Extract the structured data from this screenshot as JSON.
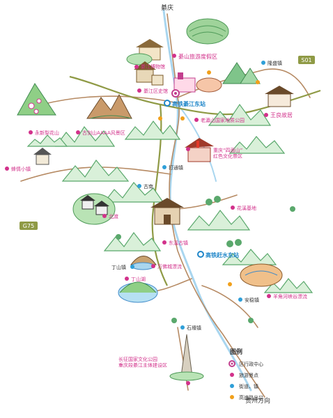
{
  "colors": {
    "road": "#b68a63",
    "highway": "#8f9a45",
    "accent": "#d2318b",
    "label_blue": "#1f86c9",
    "mountain": "#6dbb7b",
    "poi_marker": "#d2318b",
    "town_marker": "#2f9fd8",
    "exit_marker": "#f1a01b",
    "center_marker": "#c23f8e"
  },
  "directions": {
    "north": "綦庆",
    "south": "贵州方向"
  },
  "scenic_spots": [
    {
      "id": "jinyun",
      "label": "綦山旅游度假区",
      "color": "accent"
    },
    {
      "id": "qijiang_museum",
      "label": "綦江博物馆",
      "color": "accent"
    },
    {
      "id": "daijiacun",
      "label": "綦江区史馆",
      "color": "accent"
    },
    {
      "id": "huawei",
      "label": "王良故居",
      "color": "accent"
    },
    {
      "id": "geopark",
      "label": "老瀛山国家地质公园",
      "color": "accent"
    },
    {
      "id": "yongxin_pear",
      "label": "永新梨花山",
      "color": "accent"
    },
    {
      "id": "gufoshan",
      "label": "古剑山AAAA风景区",
      "color": "accent"
    },
    {
      "id": "fengqing",
      "label": "蜂情小镇",
      "color": "accent"
    },
    {
      "id": "sixian",
      "label": "重庆“四面山”\n红色文化景区",
      "color": "accent"
    },
    {
      "id": "daluoping",
      "label": "东溪古镇",
      "color": "accent"
    },
    {
      "id": "wanfocheng",
      "label": "万佛城漂流",
      "color": "accent"
    },
    {
      "id": "dingshan_lake",
      "label": "丁山湖",
      "color": "accent"
    },
    {
      "id": "huaxi",
      "label": "花溪基地",
      "color": "accent"
    },
    {
      "id": "yanhe_rafting",
      "label": "羊角河峡谷漂流",
      "color": "accent"
    },
    {
      "id": "changzheng",
      "label": "长征国家文化公园\n重庆段綦江主体建设区",
      "color": "accent"
    },
    {
      "id": "beidu",
      "label": "北渡",
      "color": "accent"
    }
  ],
  "towns": [
    {
      "id": "dingshan",
      "label": "丁山镇"
    },
    {
      "id": "anwen",
      "label": "安稳镇"
    },
    {
      "id": "dashipu",
      "label": "打通镇"
    },
    {
      "id": "shihao",
      "label": "石壕镇"
    },
    {
      "id": "longfeng",
      "label": "隆盛镇"
    },
    {
      "id": "heping",
      "label": "古南"
    }
  ],
  "stations": [
    {
      "id": "qijiang_east",
      "label": "高铁綦江东站"
    },
    {
      "id": "zhaoshi",
      "label": "高铁赶水东站"
    }
  ],
  "road_labels": [
    {
      "id": "g75",
      "label": "G75"
    },
    {
      "id": "s01",
      "label": "S01"
    }
  ],
  "legend": {
    "title": "图例",
    "items": [
      {
        "label": "区行政中心",
        "marker": "center"
      },
      {
        "label": "旅游景点",
        "marker": "poi"
      },
      {
        "label": "街道、镇",
        "marker": "town"
      },
      {
        "label": "高速路出口",
        "marker": "exit"
      }
    ]
  }
}
